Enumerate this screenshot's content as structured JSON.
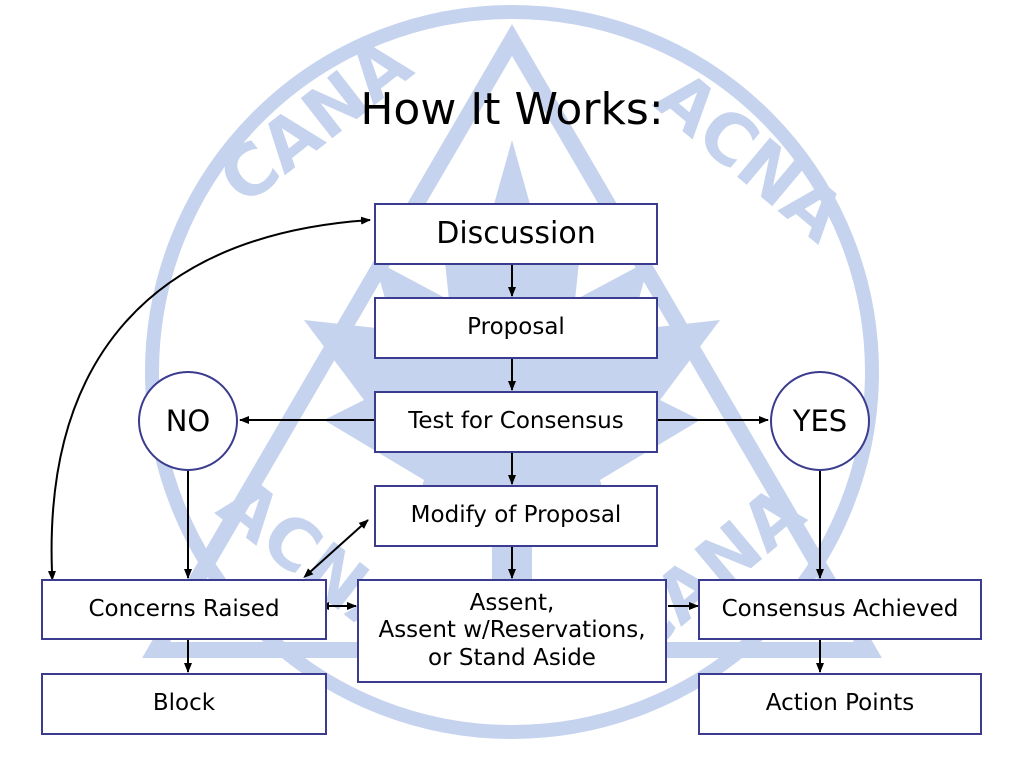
{
  "title": "How It Works:",
  "watermark": {
    "texts": [
      "CANA",
      "ACNA",
      "ACNA",
      "CANA"
    ],
    "color": "#c5d3ee"
  },
  "colors": {
    "box_border": "#3b3b8f",
    "arrow": "#000000"
  },
  "nodes": {
    "discussion": "Discussion",
    "proposal": "Proposal",
    "test": "Test for Consensus",
    "no": "NO",
    "yes": "YES",
    "modify": "Modify of Proposal",
    "concerns": "Concerns Raised",
    "assent": [
      "Assent,",
      "Assent w/Reservations,",
      "or Stand Aside"
    ],
    "consensus": "Consensus Achieved",
    "block": "Block",
    "action": "Action Points"
  }
}
